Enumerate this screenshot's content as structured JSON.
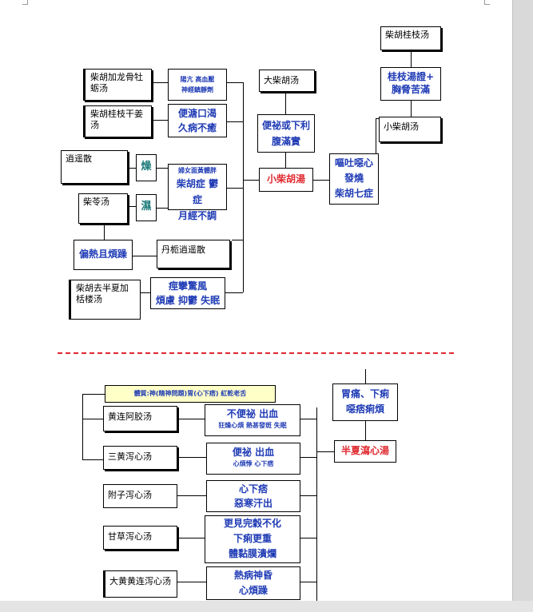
{
  "diagram1": {
    "chaihu_guizhi_tang": "柴胡桂枝汤",
    "guizhi_zheng": [
      "桂枝湯證+",
      "胸脅苦滿"
    ],
    "xiao_chaihu_tang_note": "小柴胡汤",
    "chaihu_longgu": "柴胡加龙骨牡蛎汤",
    "longgu_symptoms": [
      "陽亢  高血壓",
      "神經鎮靜劑"
    ],
    "da_chaihu_tang": "大柴胡汤",
    "chaihu_guizhi_ganjiang": "柴胡桂枝干姜汤",
    "ganjiang_symptoms": [
      "便溏口渴",
      "久病不癒"
    ],
    "da_symptoms": [
      "便祕或下利",
      "腹滿實"
    ],
    "xiaoyao_san": "逍遥散",
    "zao": "燥",
    "shi": "濕",
    "women_symptoms": [
      "婦女面黃體胖",
      "柴胡症 鬱症",
      "月經不調"
    ],
    "xiao_chaihu_tang": "小柴胡湯",
    "main_symptoms": [
      "嘔吐噁心",
      "發燒",
      "柴胡七症"
    ],
    "chaiing_tang": "柴苓汤",
    "pianre": "偏熱且煩躁",
    "danzhi_xiaoyao": "丹栀逍遥散",
    "chaihu_qu_banxia": "柴胡去半夏加栝楼汤",
    "last_symptoms": [
      "痙攣驚風",
      "煩慮 抑鬱 失眠"
    ]
  },
  "diagram2": {
    "header": "體質:神(精神問題)胃(心下痞) 紅乾老舌",
    "main_symptoms": [
      "胃痛、下痢",
      "噁痞痢煩"
    ],
    "banxia_xiexin": "半夏瀉心湯",
    "formulas": [
      {
        "name": "黄连阿胶汤",
        "symptoms": [
          "不便祕  出血",
          "狂燥心煩 熱甚發斑 失眠"
        ]
      },
      {
        "name": "三黄泻心汤",
        "symptoms": [
          "便祕 出血",
          "心煩悸 心下痞"
        ]
      },
      {
        "name": "附子泻心汤",
        "symptoms": [
          "心下痞",
          "惡寒汗出"
        ]
      },
      {
        "name": "甘草泻心汤",
        "symptoms": [
          "更見完穀不化",
          "下痢更重",
          "體黏膜潰爛"
        ]
      },
      {
        "name": "大黄黄连泻心汤",
        "symptoms": [
          "熱病神昏",
          "心煩躁"
        ]
      }
    ]
  }
}
